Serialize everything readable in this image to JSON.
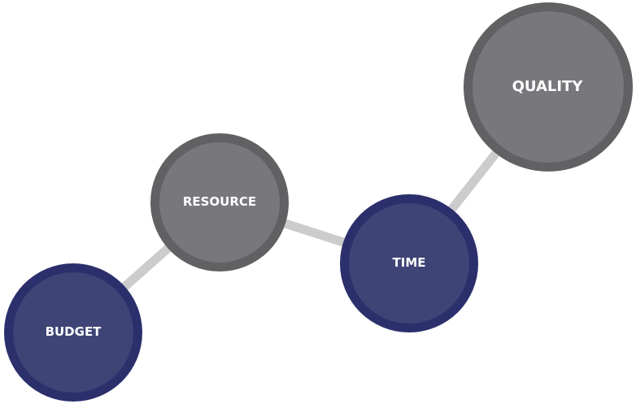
{
  "diagram": {
    "nodes": [
      {
        "id": "budget",
        "label": "BUDGET",
        "ring_color": "#2b2f6b",
        "fill_color": "#3f4476"
      },
      {
        "id": "resource",
        "label": "RESOURCE",
        "ring_color": "#616063",
        "fill_color": "#78777b"
      },
      {
        "id": "time",
        "label": "TIME",
        "ring_color": "#2b2f6b",
        "fill_color": "#3f4476"
      },
      {
        "id": "quality",
        "label": "QUALITY",
        "ring_color": "#616063",
        "fill_color": "#78777b"
      }
    ],
    "connector_color": "#cccccc"
  }
}
